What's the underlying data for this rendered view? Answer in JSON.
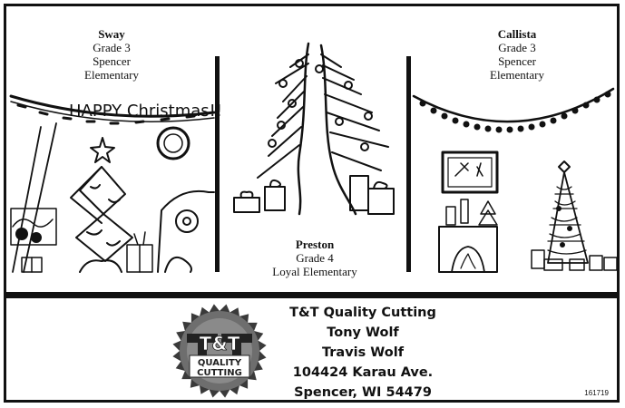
{
  "drawings": [
    {
      "name": "Sway",
      "grade": "Grade 3",
      "school_line1": "Spencer",
      "school_line2": "Elementary",
      "art_text": "HAPPY Christmas!!"
    },
    {
      "name": "Preston",
      "grade": "Grade 4",
      "school_line1": "Loyal Elementary"
    },
    {
      "name": "Callista",
      "grade": "Grade 3",
      "school_line1": "Spencer",
      "school_line2": "Elementary"
    }
  ],
  "sponsor": {
    "business": "T&T Quality Cutting",
    "person1": "Tony Wolf",
    "person2": "Travis Wolf",
    "street": "104424 Karau Ave.",
    "city": "Spencer, WI 54479",
    "logo_text_top": "T&T",
    "logo_text_line1": "QUALITY",
    "logo_text_line2": "CUTTING"
  },
  "ad_number": "161719",
  "colors": {
    "ink": "#111111",
    "logo_gray": "#6e6e6e",
    "logo_dark": "#3a3a3a"
  }
}
